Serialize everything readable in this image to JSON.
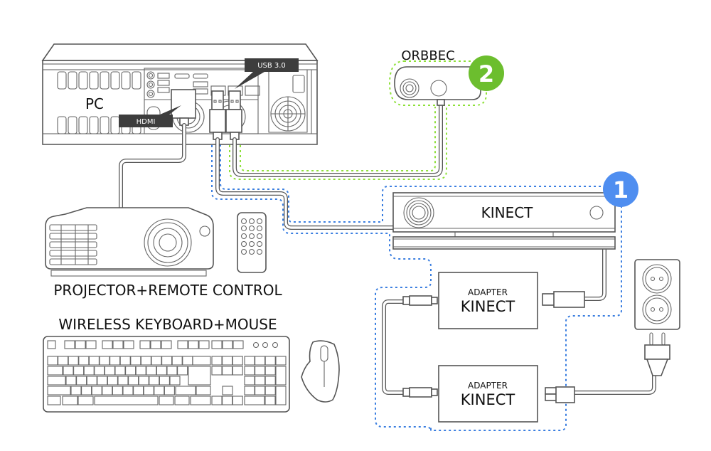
{
  "diagram": {
    "type": "hardware-connection-setup",
    "pc": {
      "label": "PC"
    },
    "callouts": {
      "hdmi": "HDMI",
      "usb": "USB 3.0"
    },
    "orbbec": {
      "label": "ORBBEC",
      "badge": "2",
      "badge_color": "#6cbe2e",
      "outline_color": "#8ee03a"
    },
    "kinect": {
      "label": "KINECT",
      "badge": "1",
      "badge_color": "#4f8ef0",
      "outline_color": "#3a7ee0"
    },
    "adapter_top": {
      "line1": "ADAPTER",
      "line2": "KINECT"
    },
    "adapter_bottom": {
      "line1": "ADAPTER",
      "line2": "KINECT"
    },
    "projector": {
      "label": "PROJECTOR+REMOTE CONTROL"
    },
    "peripherals": {
      "label": "WIRELESS KEYBOARD+MOUSE"
    },
    "outlet": {
      "name": "power-outlet"
    },
    "connections": [
      {
        "from": "PC",
        "to": "PROJECTOR",
        "via": "HDMI"
      },
      {
        "from": "PC",
        "to": "ORBBEC",
        "via": "USB 3.0",
        "option": "2"
      },
      {
        "from": "PC",
        "to": "KINECT",
        "via": "USB 3.0",
        "option": "1"
      },
      {
        "from": "KINECT",
        "to": "ADAPTER KINECT"
      },
      {
        "from": "ADAPTER KINECT",
        "to": "ADAPTER KINECT"
      },
      {
        "from": "ADAPTER KINECT",
        "to": "power-outlet"
      }
    ]
  }
}
